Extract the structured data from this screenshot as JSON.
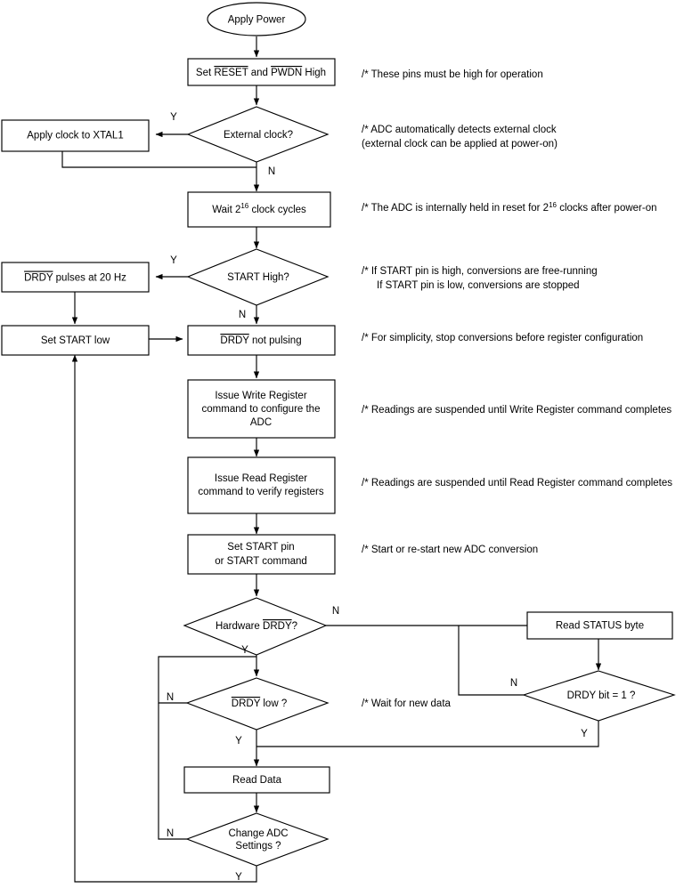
{
  "diagram": {
    "title": "ADC Power-Up and Operation Flowchart",
    "background_color": "#ffffff",
    "line_color": "#000000",
    "text_color": "#000000"
  },
  "nodes": {
    "apply_power": {
      "label": "Apply Power",
      "shape": "ellipse"
    },
    "set_reset_pwdn": {
      "pre": "Set ",
      "ovl1": "RESET",
      "mid": " and ",
      "ovl2": "PWDN",
      "post": " High",
      "shape": "process"
    },
    "external_clock": {
      "label": "External clock?",
      "shape": "decision"
    },
    "apply_clock_xtal1": {
      "label": "Apply clock to XTAL1",
      "shape": "process"
    },
    "wait_cycles": {
      "pre": "Wait 2",
      "sup": "16",
      "post": " clock cycles",
      "shape": "process"
    },
    "start_high": {
      "label": "START High?",
      "shape": "decision"
    },
    "drdy_pulses": {
      "ovl1": "DRDY",
      "post": " pulses at 20 Hz",
      "shape": "process"
    },
    "set_start_low": {
      "label": "Set START low",
      "shape": "process"
    },
    "drdy_not_pulsing": {
      "ovl1": "DRDY",
      "post": " not pulsing",
      "shape": "process"
    },
    "issue_write_register": {
      "line1": "Issue Write Register",
      "line2": "command to configure the",
      "line3": "ADC",
      "shape": "process"
    },
    "issue_read_register": {
      "line1": "Issue Read Register",
      "line2": "command to verify registers",
      "shape": "process"
    },
    "set_start_pin": {
      "line1": "Set START pin",
      "line2": "or START command",
      "shape": "process"
    },
    "hardware_drdy": {
      "pre": "Hardware ",
      "ovl1": "DRDY",
      "post": "?",
      "shape": "decision"
    },
    "read_status_byte": {
      "label": "Read STATUS byte",
      "shape": "process"
    },
    "drdy_bit_1": {
      "label": "DRDY bit = 1 ?",
      "shape": "decision"
    },
    "drdy_low": {
      "ovl1": "DRDY",
      "post": " low ?",
      "shape": "decision"
    },
    "read_data": {
      "label": "Read Data",
      "shape": "process"
    },
    "change_adc_settings": {
      "line1": "Change ADC",
      "line2": "Settings ?",
      "shape": "decision"
    }
  },
  "branch_labels": {
    "external_clock_y": "Y",
    "external_clock_n": "N",
    "start_high_y": "Y",
    "start_high_n": "N",
    "hardware_drdy_n": "N",
    "hardware_drdy_y": "Y",
    "drdy_bit_n": "N",
    "drdy_bit_y": "Y",
    "drdy_low_n": "N",
    "drdy_low_y": "Y",
    "change_adc_n": "N",
    "change_adc_y": "Y"
  },
  "notes": {
    "note_reset_pwdn": [
      "/* These pins must be high for operation"
    ],
    "note_external_clock": [
      "/* ADC automatically detects external clock",
      "(external clock can be applied at power-on)"
    ],
    "note_wait": {
      "pre": "/* The ADC is internally held in reset for 2",
      "sup": "16",
      "post": " clocks after power-on"
    },
    "note_start_high": [
      "/* If START pin is high, conversions are free-running",
      "If START pin is low, conversions are stopped"
    ],
    "note_drdy_not_pulsing": [
      "/* For simplicity, stop conversions before register configuration"
    ],
    "note_write_register": [
      "/* Readings are suspended until Write Register command completes"
    ],
    "note_read_register": [
      "/* Readings are suspended until Read Register command completes"
    ],
    "note_set_start_pin": [
      "/* Start or re-start new ADC conversion"
    ],
    "note_drdy_low": [
      "/* Wait for new data"
    ]
  }
}
